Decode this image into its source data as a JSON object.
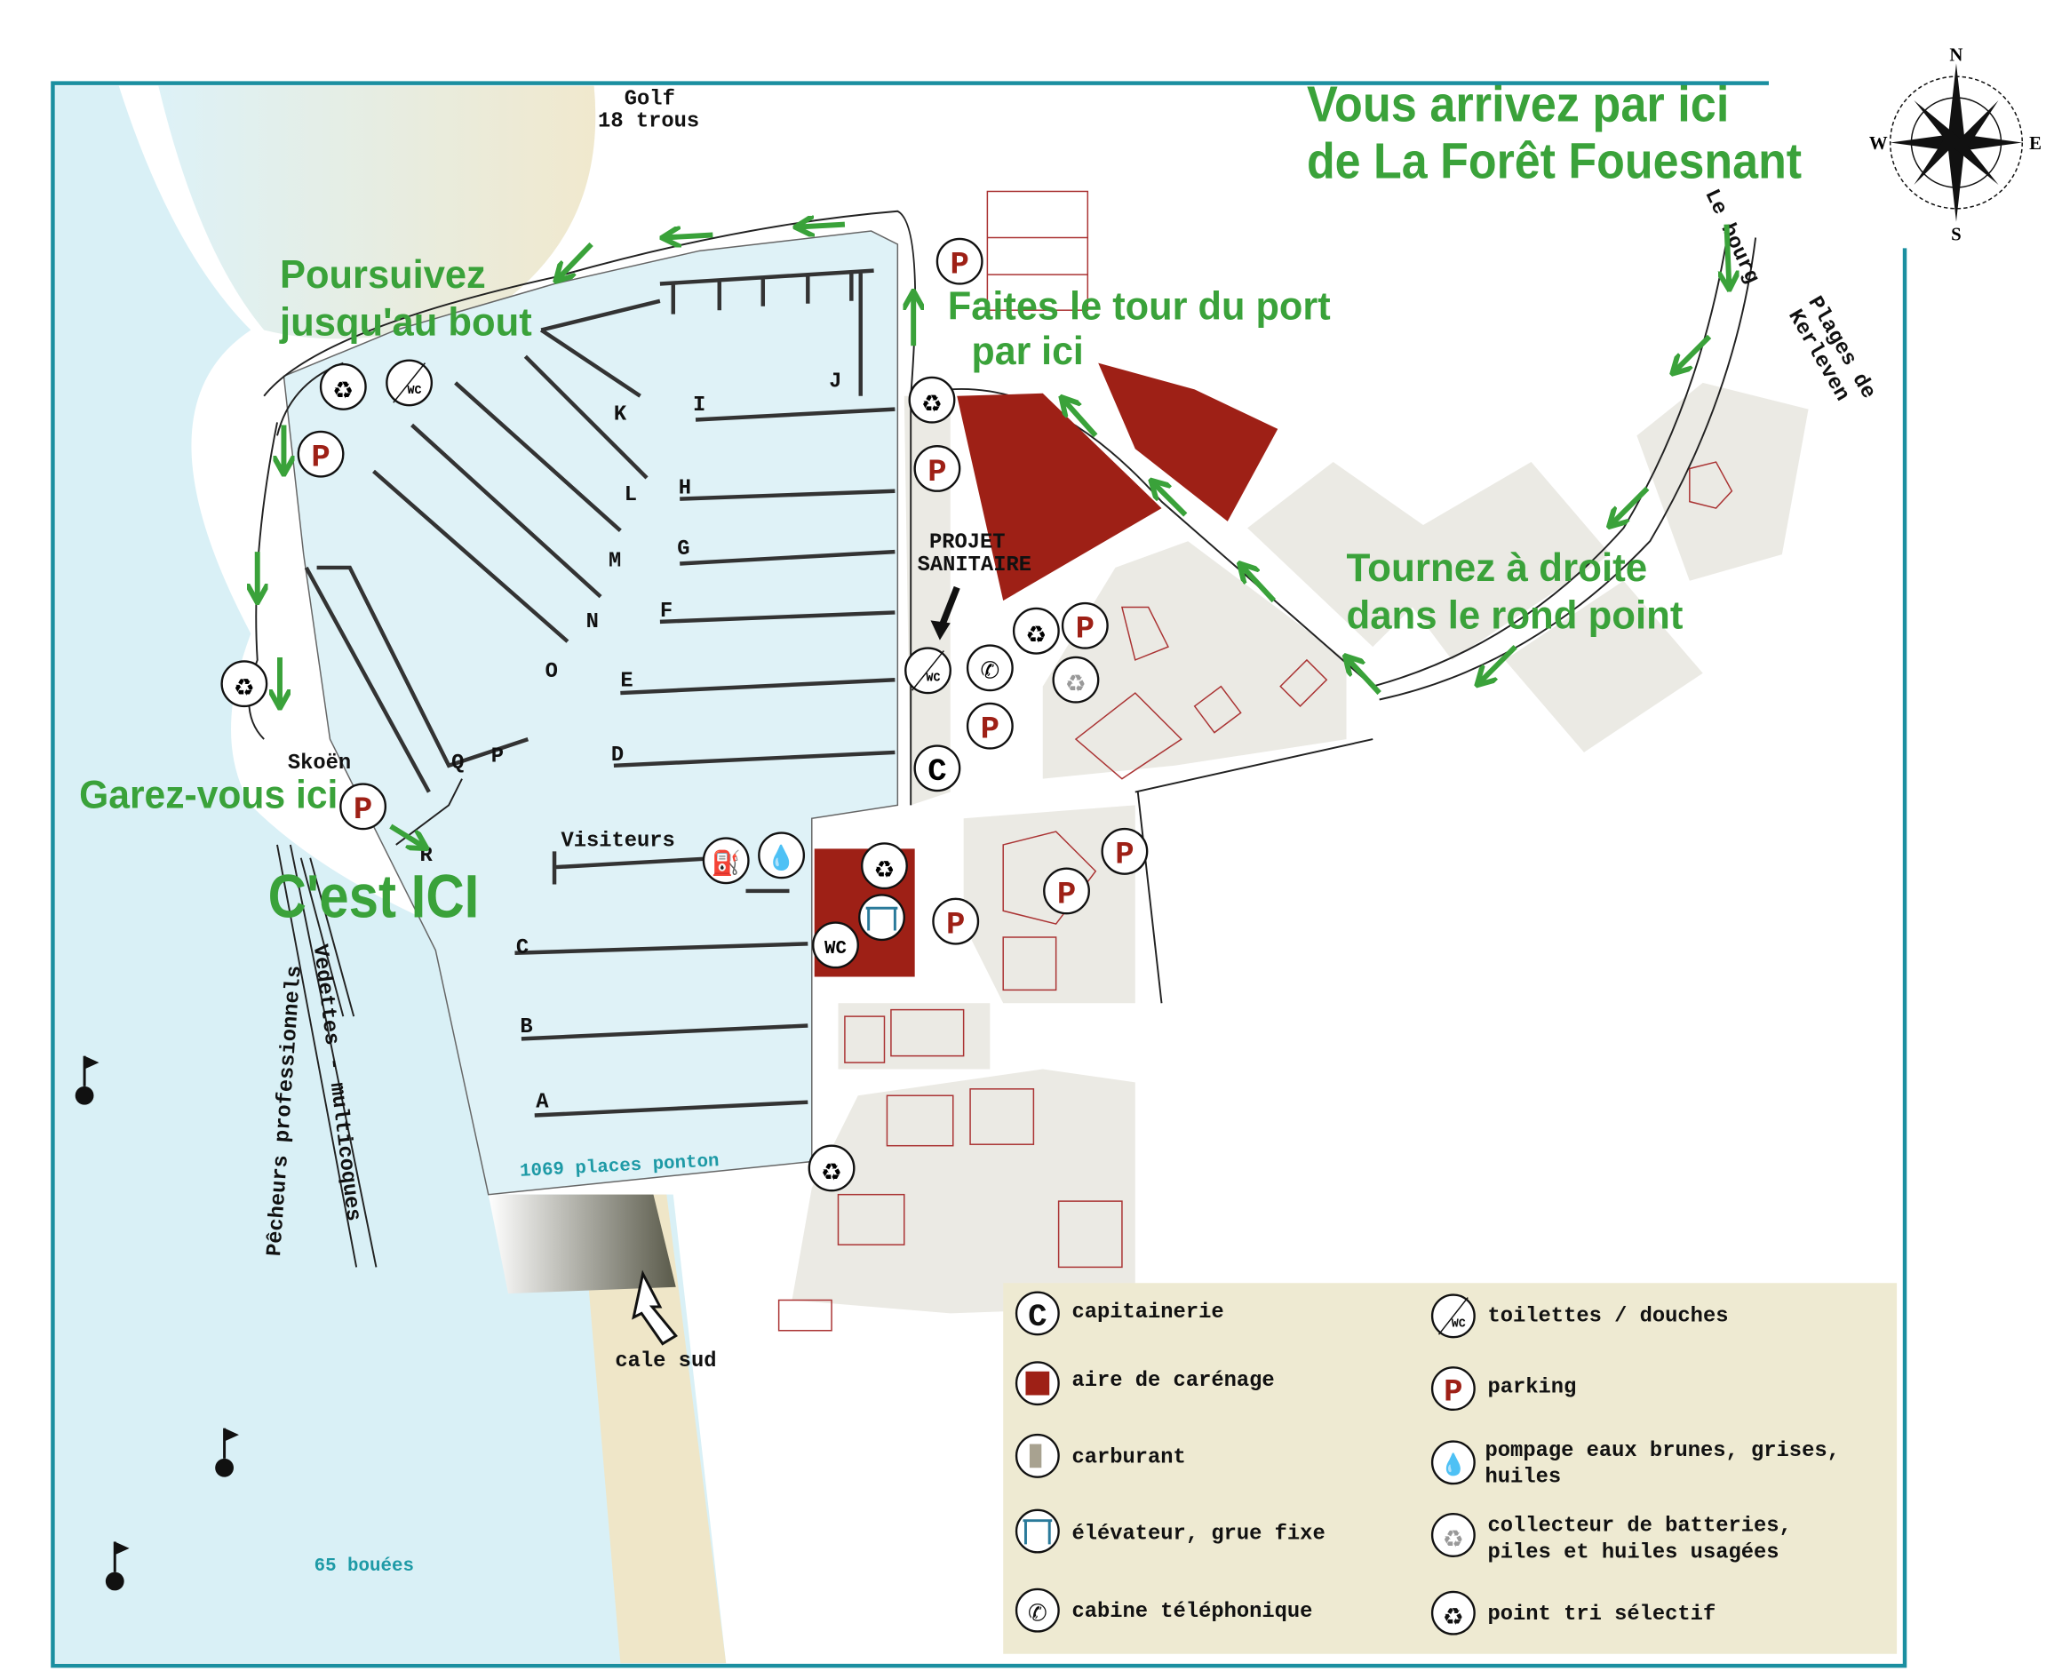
{
  "map": {
    "golf": [
      "Golf",
      "18 trous"
    ],
    "le_bourg": "Le bourg",
    "plages": [
      "Plages de",
      "Kerleven"
    ],
    "skoen": "Skoën",
    "visiteurs": "Visiteurs",
    "places_ponton": "1069 places ponton",
    "bouees": "65 bouées",
    "cale_sud": "cale sud",
    "pecheurs": "Pêcheurs professionnels",
    "vedettes": "Vedettes - multicoques",
    "projet": [
      "PROJET",
      "SANITAIRE"
    ],
    "pontoons": {
      "A": "A",
      "B": "B",
      "C": "C",
      "D": "D",
      "E": "E",
      "F": "F",
      "G": "G",
      "H": "H",
      "I": "I",
      "J": "J",
      "K": "K",
      "L": "L",
      "M": "M",
      "N": "N",
      "O": "O",
      "P": "P",
      "Q": "Q",
      "R": "R"
    },
    "icon_text": {
      "parking": "P",
      "capitainerie": "C",
      "wc": "WC",
      "recycle": "♻",
      "phone": "✆",
      "water": "💧",
      "fuel": "⛽"
    }
  },
  "compass": {
    "n": "N",
    "e": "E",
    "s": "S",
    "w": "W"
  },
  "directions": {
    "arrive": [
      "Vous arrivez par ici",
      "de La Forêt Fouesnant"
    ],
    "poursuivez": [
      "Poursuivez",
      "jusqu'au bout"
    ],
    "tour": [
      "Faites le tour du port",
      "par ici"
    ],
    "tournez": [
      "Tournez à droite",
      "dans le rond point"
    ],
    "garez": "Garez-vous ici",
    "cest_ici": "C'est ICI"
  },
  "legend": {
    "items": [
      {
        "icon": "capitainerie-icon",
        "label": [
          "capitainerie"
        ]
      },
      {
        "icon": "carenage-icon",
        "label": [
          "aire de carénage"
        ]
      },
      {
        "icon": "fuel-icon",
        "label": [
          "carburant"
        ]
      },
      {
        "icon": "elevator-icon",
        "label": [
          "élévateur, grue fixe"
        ]
      },
      {
        "icon": "phone-icon",
        "label": [
          "cabine téléphonique"
        ]
      },
      {
        "icon": "wc-shower-icon",
        "label": [
          "toilettes / douches"
        ]
      },
      {
        "icon": "parking-icon",
        "label": [
          "parking"
        ]
      },
      {
        "icon": "water-pump-icon",
        "label": [
          "pompage eaux brunes, grises,",
          "huiles"
        ]
      },
      {
        "icon": "battery-collector-icon",
        "label": [
          "collecteur de batteries,",
          "piles et huiles usagées"
        ]
      },
      {
        "icon": "recycling-icon",
        "label": [
          "point tri sélectif"
        ]
      }
    ]
  },
  "colors": {
    "frame": "#1b8fa0",
    "water": "#d9f0f6",
    "carenage": "#9e2016",
    "direction": "#3aa23a",
    "legend_bg": "#eeead2"
  }
}
